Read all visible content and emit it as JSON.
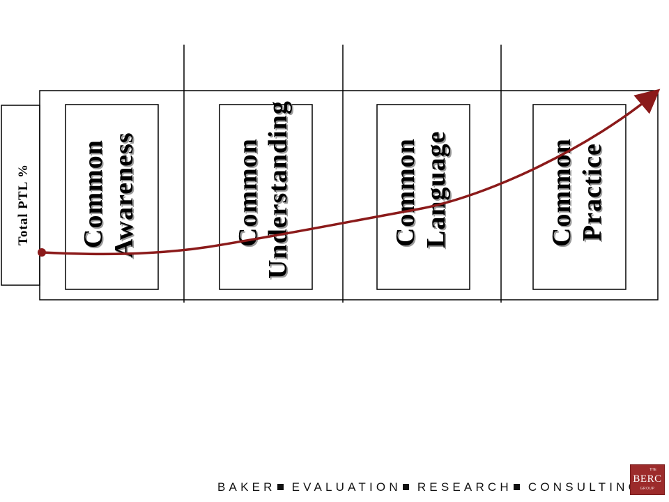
{
  "y_axis_label": "Total PTL %",
  "stages": [
    {
      "line1": "Common",
      "line2": "Awareness"
    },
    {
      "line1": "Common",
      "line2": "Understanding"
    },
    {
      "line1": "Common",
      "line2": "Language"
    },
    {
      "line1": "Common",
      "line2": "Practice"
    }
  ],
  "footer": {
    "parts": [
      "BAKER",
      "EVALUATION",
      "RESEARCH",
      "CONSULTING"
    ]
  },
  "logo": {
    "the": "THE",
    "name": "BERC",
    "group": "GROUP"
  },
  "colors": {
    "curve": "#8b1a1a",
    "logo_bg": "#9c2b2b",
    "lines": "#000000"
  }
}
